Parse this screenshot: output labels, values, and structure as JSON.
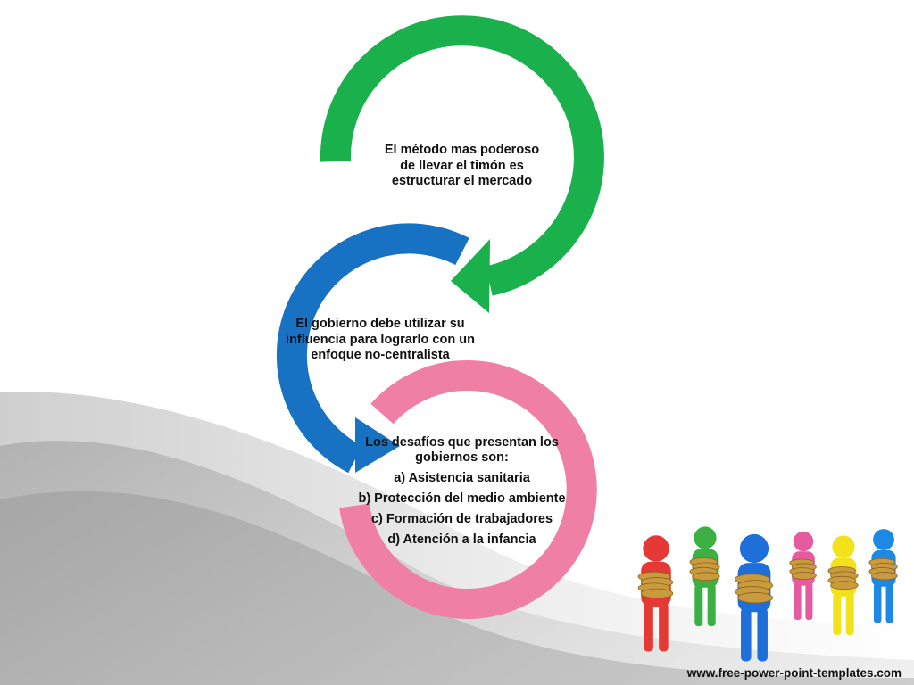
{
  "steps": [
    {
      "text": "El método mas poderoso de llevar  el timón es estructurar el mercado",
      "color": "#1ab04c"
    },
    {
      "text": "El gobierno debe utilizar su influencia para lograrlo con un enfoque no-centralista",
      "color": "#1872c4"
    },
    {
      "color": "#f07fa6",
      "heading": "Los desafíos que presentan los gobiernos son:",
      "items": [
        "a) Asistencia sanitaria",
        "b) Protección del medio ambiente",
        "c) Formación de trabajadores",
        "d) Atención a la infancia"
      ]
    }
  ],
  "footer": {
    "watermark": "www.free-power-point-templates.com"
  },
  "decor": {
    "figure_colors": [
      "#e53935",
      "#3cb043",
      "#1e6fd9",
      "#e65aa0",
      "#f2e21b",
      "#1e88e5"
    ]
  }
}
